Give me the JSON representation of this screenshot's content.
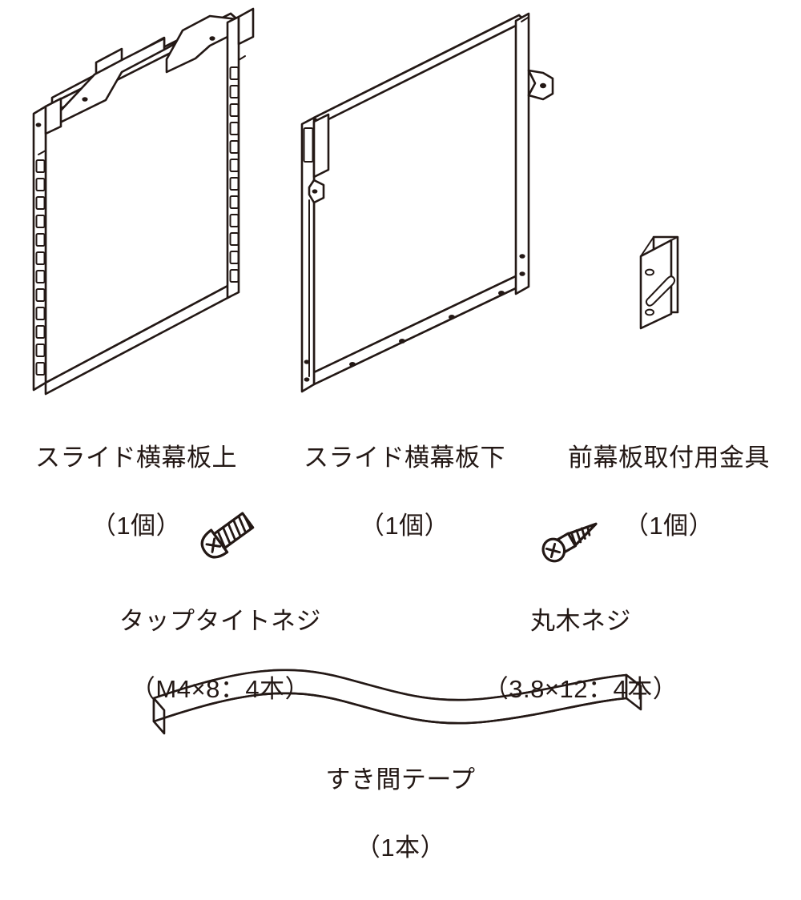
{
  "page": {
    "background_color": "#ffffff",
    "line_color": "#231815",
    "document_type": "parts-list-illustration"
  },
  "parts": [
    {
      "id": "slide-side-panel-upper",
      "icon": "isometric-slotted-panel",
      "name": "スライド横幕板上",
      "quantity": "（1個）"
    },
    {
      "id": "slide-side-panel-lower",
      "icon": "isometric-panel",
      "name": "スライド横幕板下",
      "quantity": "（1個）"
    },
    {
      "id": "front-panel-mounting-bracket",
      "icon": "l-shaped-bracket",
      "name": "前幕板取付用金具",
      "quantity": "（1個）"
    },
    {
      "id": "tap-tight-screw",
      "icon": "pan-head-screw",
      "name": "タップタイトネジ",
      "quantity": "（M4×8：4本）"
    },
    {
      "id": "round-wood-screw",
      "icon": "wood-screw",
      "name": "丸木ネジ",
      "quantity": "（3.8×12：4本）"
    },
    {
      "id": "gap-tape",
      "icon": "wavy-foam-strip",
      "name": "すき間テープ",
      "quantity": "（1本）"
    }
  ]
}
